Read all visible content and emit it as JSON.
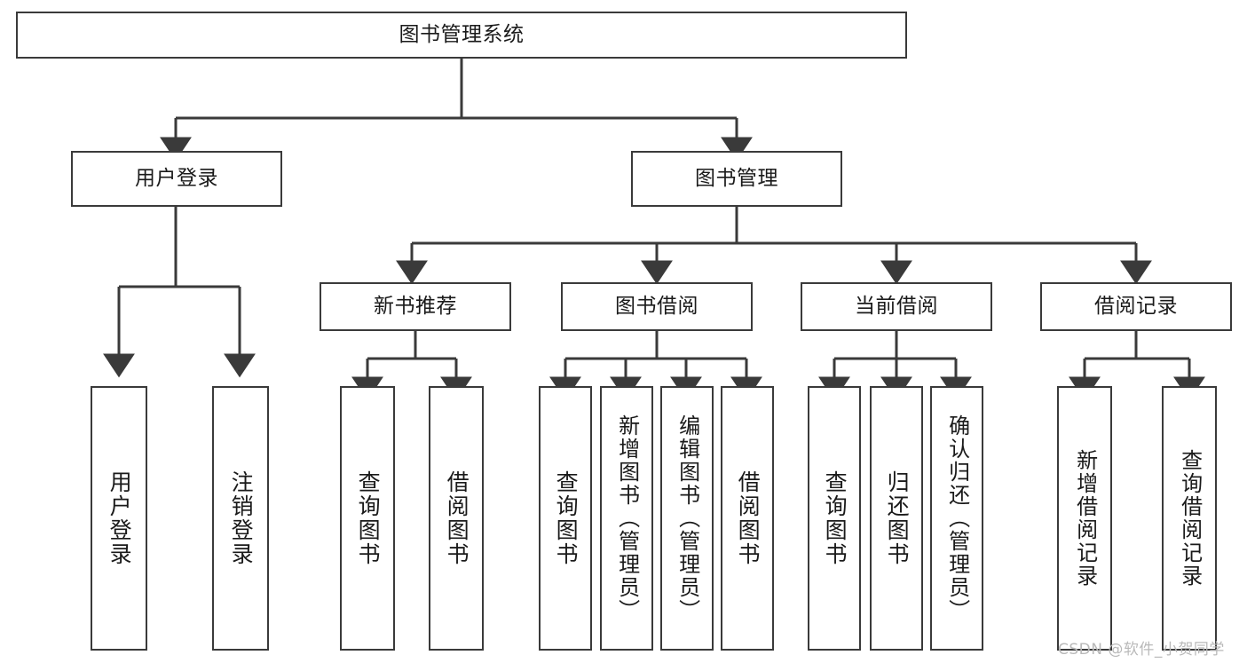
{
  "diagram": {
    "type": "tree-hierarchy",
    "title": "图书管理系统",
    "background_color": "#ffffff",
    "line_color": "#3a3a3a",
    "text_color": "#1a1a1a",
    "root": {
      "id": "root",
      "label": "图书管理系统",
      "orientation": "horizontal"
    },
    "level2": [
      {
        "id": "user-login",
        "label": "用户登录",
        "orientation": "horizontal"
      },
      {
        "id": "book-manage",
        "label": "图书管理",
        "orientation": "horizontal"
      }
    ],
    "level3": [
      {
        "id": "new-book-recommend",
        "label": "新书推荐",
        "orientation": "horizontal",
        "parent": "book-manage"
      },
      {
        "id": "book-borrow",
        "label": "图书借阅",
        "orientation": "horizontal",
        "parent": "book-manage"
      },
      {
        "id": "current-borrow",
        "label": "当前借阅",
        "orientation": "horizontal",
        "parent": "book-manage"
      },
      {
        "id": "borrow-record",
        "label": "借阅记录",
        "orientation": "horizontal",
        "parent": "book-manage"
      }
    ],
    "leaves": {
      "user_login": [
        {
          "id": "leaf-user-login",
          "label": "用户登录"
        },
        {
          "id": "leaf-logout",
          "label": "注销登录"
        }
      ],
      "new_book_recommend": [
        {
          "id": "leaf-query-book-1",
          "label": "查询图书"
        },
        {
          "id": "leaf-borrow-book-1",
          "label": "借阅图书"
        }
      ],
      "book_borrow": [
        {
          "id": "leaf-query-book-2",
          "label": "查询图书"
        },
        {
          "id": "leaf-add-book",
          "label": "新增图书（管理员）"
        },
        {
          "id": "leaf-edit-book",
          "label": "编辑图书（管理员）"
        },
        {
          "id": "leaf-borrow-book-2",
          "label": "借阅图书"
        }
      ],
      "current_borrow": [
        {
          "id": "leaf-query-book-3",
          "label": "查询图书"
        },
        {
          "id": "leaf-return-book",
          "label": "归还图书"
        },
        {
          "id": "leaf-confirm-return",
          "label": "确认归还（管理员）"
        }
      ],
      "borrow_record": [
        {
          "id": "leaf-add-record",
          "label": "新增借阅记录"
        },
        {
          "id": "leaf-query-record",
          "label": "查询借阅记录"
        }
      ]
    }
  },
  "watermark": {
    "text": "CSDN @软件_小贺同学"
  }
}
